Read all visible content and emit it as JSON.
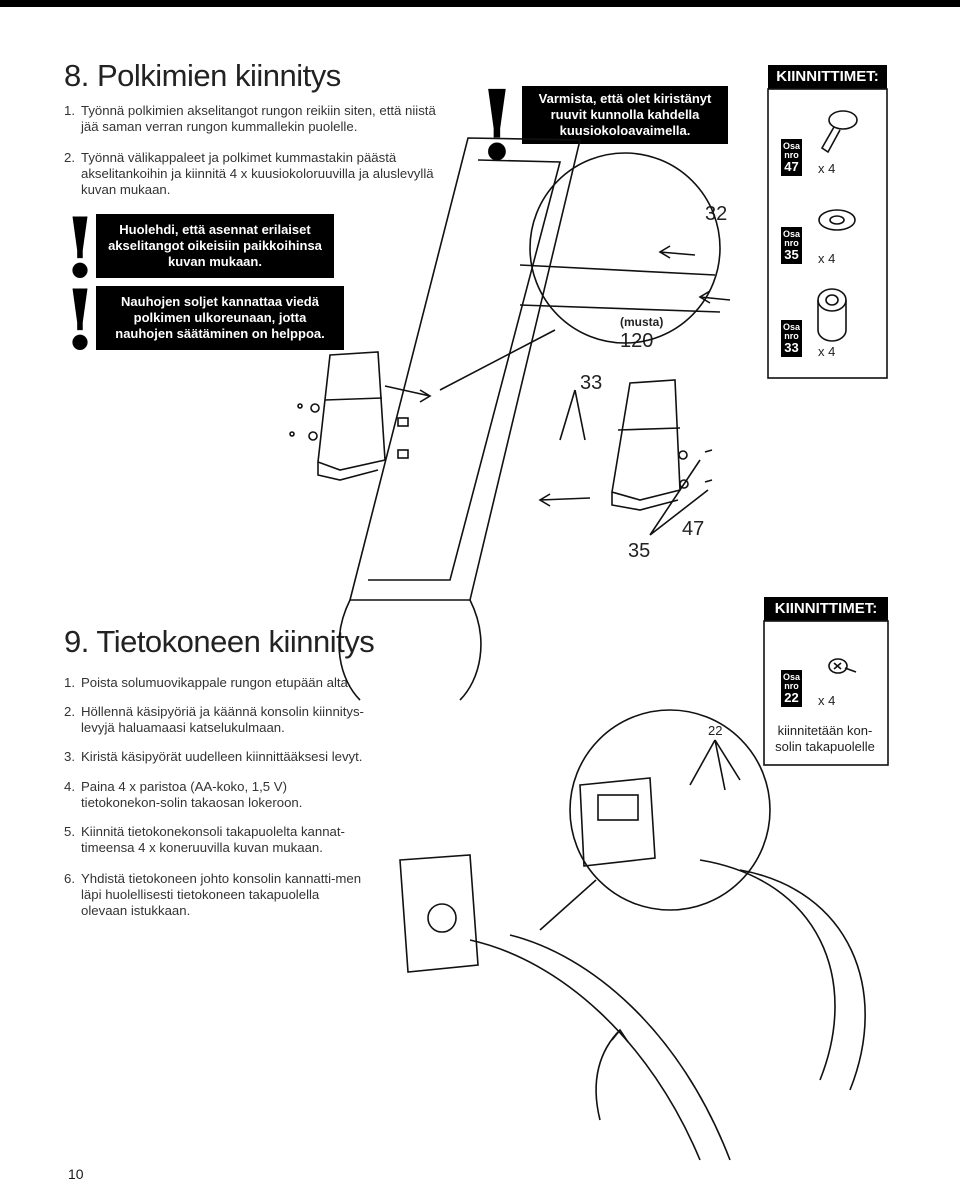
{
  "section8": {
    "title": "8. Polkimien kiinnitys",
    "steps": [
      {
        "num": "1.",
        "text": "Työnnä polkimien akselitangot rungon reikiin siten, että niistä jää saman verran rungon kummallekin puolelle."
      },
      {
        "num": "2.",
        "text": "Työnnä välikappaleet ja polkimet kummastakin päästä akselitankoihin ja kiinnitä 4 x kuusiokoloruuvilla ja aluslevyllä kuvan mukaan."
      }
    ],
    "warnings": [
      "Huolehdi, että asennat erilaiset akselitangot oikeisiin paikkoihinsa kuvan mukaan.",
      "Nauhojen soljet kannattaa viedä polkimen ulkoreunaan, jotta nauhojen säätäminen on helppoa.",
      "Varmista, että olet kiristänyt ruuvit kunnolla kahdella kuusiokoloavaimella."
    ],
    "fasteners_title": "KIINNITTIMET:",
    "parts": [
      {
        "osa": "Osa",
        "nro": "nro",
        "num": "47",
        "qty": "x 4"
      },
      {
        "osa": "Osa",
        "nro": "nro",
        "num": "35",
        "qty": "x 4"
      },
      {
        "osa": "Osa",
        "nro": "nro",
        "num": "33",
        "qty": "x 4"
      }
    ],
    "callouts": {
      "c32": "32",
      "musta": "(musta)",
      "c120": "120",
      "c33": "33",
      "c35": "35",
      "c47": "47"
    }
  },
  "section9": {
    "title": "9. Tietokoneen kiinnitys",
    "steps": [
      {
        "num": "1.",
        "text": "Poista solumuovikappale rungon etupään alta."
      },
      {
        "num": "2.",
        "text": "Höllennä käsipyöriä ja käännä konsolin kiinnitys-levyjä haluamaasi katselukulmaan."
      },
      {
        "num": "3.",
        "text": "Kiristä käsipyörät uudelleen kiinnittääksesi levyt."
      },
      {
        "num": "4.",
        "text": "Paina 4 x paristoa (AA-koko, 1,5 V) tietokonekon-solin takaosan lokeroon."
      },
      {
        "num": "5.",
        "text": "Kiinnitä tietokonekonsoli takapuolelta kannat-timeensa 4 x koneruuvilla kuvan mukaan."
      },
      {
        "num": "6.",
        "text": "Yhdistä tietokoneen johto konsolin kannatti-men läpi huolellisesti tietokoneen takapuolella olevaan istukkaan."
      }
    ],
    "fasteners_title": "KIINNITTIMET:",
    "part": {
      "osa": "Osa",
      "nro": "nro",
      "num": "22",
      "qty": "x 4"
    },
    "note": "kiinnitetään kon-solin takapuolelle",
    "callout22": "22"
  },
  "page_number": "10"
}
